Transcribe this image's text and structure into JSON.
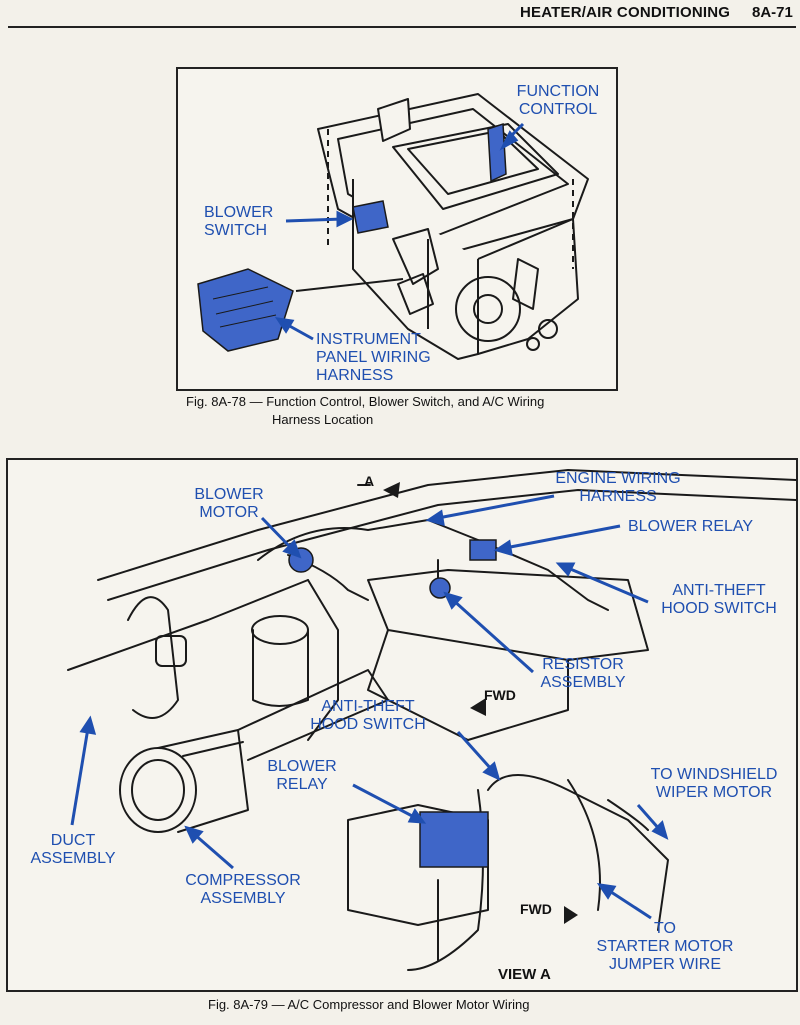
{
  "header": {
    "section_title": "HEATER/AIR CONDITIONING",
    "page_number": "8A-71"
  },
  "figure_78": {
    "labels": {
      "function_control": [
        "FUNCTION",
        "CONTROL"
      ],
      "blower_switch": [
        "BLOWER",
        "SWITCH"
      ],
      "harness": [
        "INSTRUMENT",
        "PANEL WIRING",
        "HARNESS"
      ]
    },
    "caption_line1": "Fig. 8A-78 — Function Control, Blower Switch, and A/C Wiring",
    "caption_line2": "Harness Location"
  },
  "figure_79": {
    "labels": {
      "blower_motor": [
        "BLOWER",
        "MOTOR"
      ],
      "engine_harness": [
        "ENGINE WIRING",
        "HARNESS"
      ],
      "blower_relay_top": [
        "BLOWER RELAY"
      ],
      "anti_theft_top": [
        "ANTI-THEFT",
        "HOOD SWITCH"
      ],
      "resistor": [
        "RESISTOR",
        "ASSEMBLY"
      ],
      "anti_theft_mid": [
        "ANTI-THEFT",
        "HOOD SWITCH"
      ],
      "blower_relay_mid": [
        "BLOWER",
        "RELAY"
      ],
      "windshield": [
        "TO WINDSHIELD",
        "WIPER MOTOR"
      ],
      "duct": [
        "DUCT",
        "ASSEMBLY"
      ],
      "compressor": [
        "COMPRESSOR",
        "ASSEMBLY"
      ],
      "starter": [
        "TO",
        "STARTER MOTOR",
        "JUMPER WIRE"
      ]
    },
    "marker_a": "A",
    "fwd_upper": "FWD",
    "fwd_lower": "FWD",
    "view_label": "VIEW A",
    "caption": "Fig. 8A-79 — A/C Compressor and Blower Motor Wiring"
  },
  "colors": {
    "label_blue": "#1f4fb0",
    "part_blue": "#3f66c8",
    "line": "#1a1a1a"
  }
}
